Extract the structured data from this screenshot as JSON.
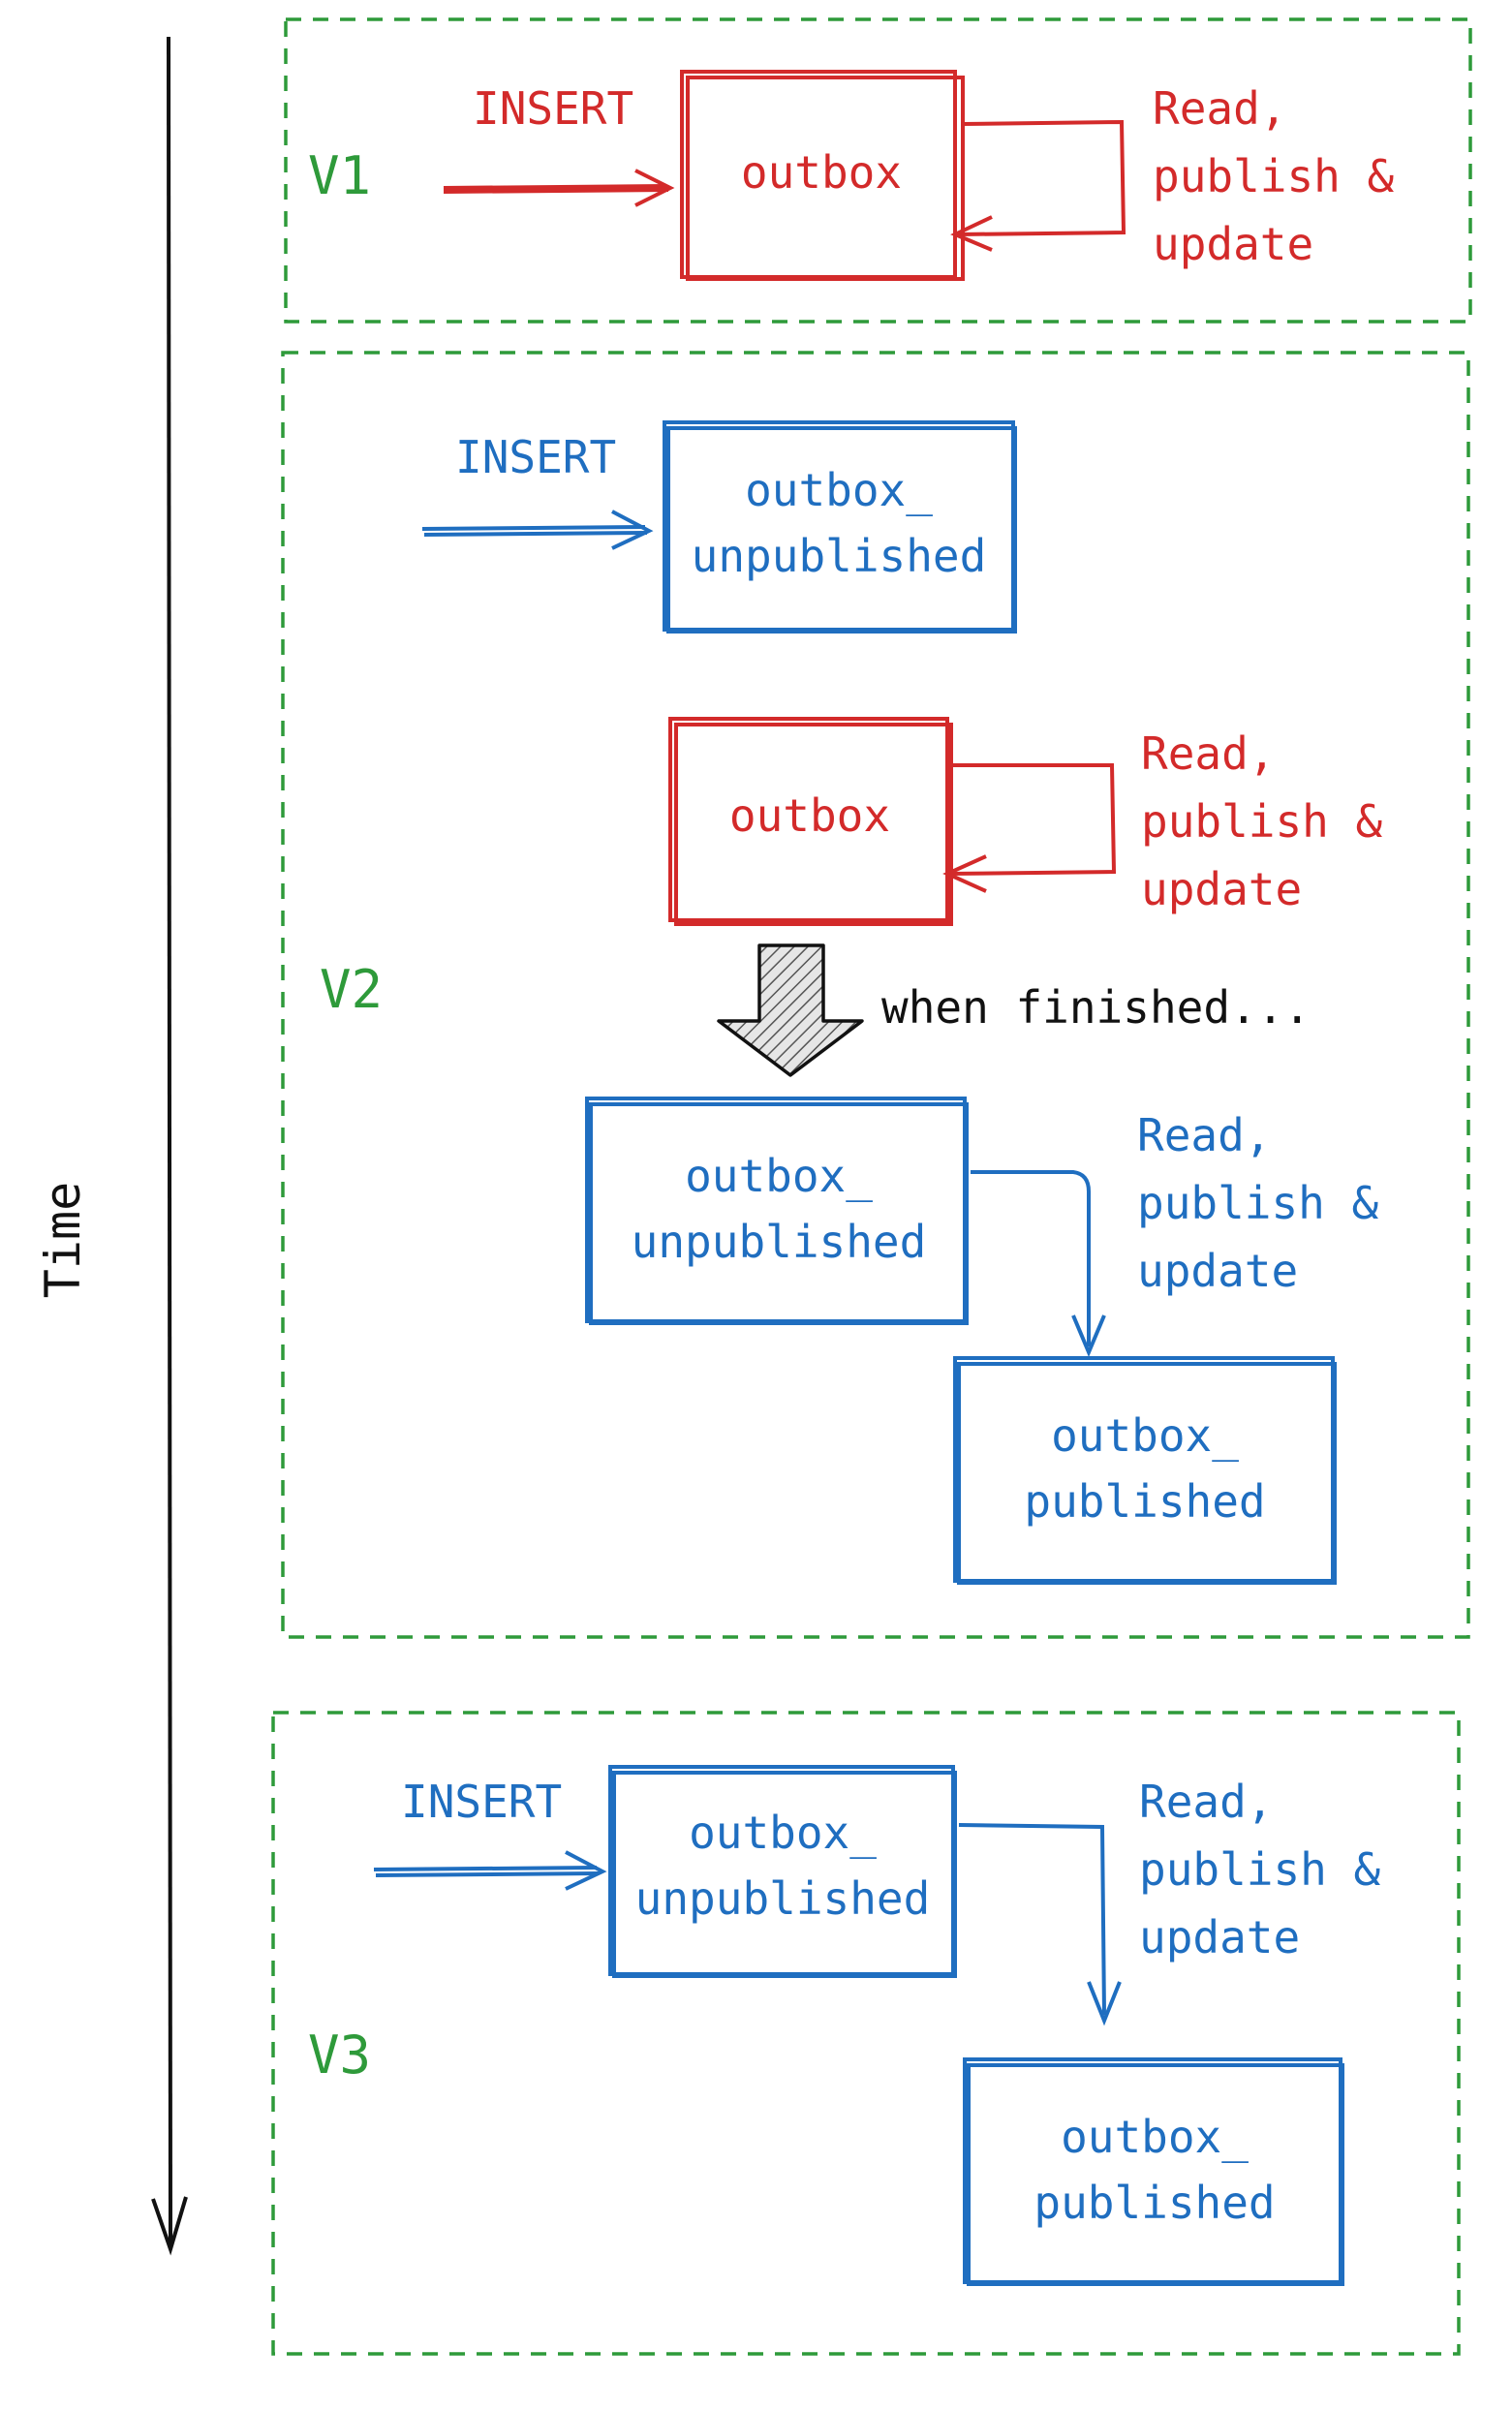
{
  "colors": {
    "red": "#d32a2a",
    "blue": "#1f6ec0",
    "green": "#2e9a3a",
    "black": "#111111"
  },
  "time_axis": {
    "label": "Time"
  },
  "v1": {
    "label": "V1",
    "insert": "INSERT",
    "box": "outbox",
    "action": [
      "Read,",
      "publish &",
      "update"
    ]
  },
  "v2": {
    "label": "V2",
    "insert": "INSERT",
    "box_unpublished_top": [
      "outbox_",
      "unpublished"
    ],
    "box_outbox": "outbox",
    "action_red": [
      "Read,",
      "publish &",
      "update"
    ],
    "when_finished": "when finished...",
    "box_unpublished": [
      "outbox_",
      "unpublished"
    ],
    "action_blue": [
      "Read,",
      "publish &",
      "update"
    ],
    "box_published": [
      "outbox_",
      "published"
    ]
  },
  "v3": {
    "label": "V3",
    "insert": "INSERT",
    "box_unpublished": [
      "outbox_",
      "unpublished"
    ],
    "action": [
      "Read,",
      "publish &",
      "update"
    ],
    "box_published": [
      "outbox_",
      "published"
    ]
  }
}
